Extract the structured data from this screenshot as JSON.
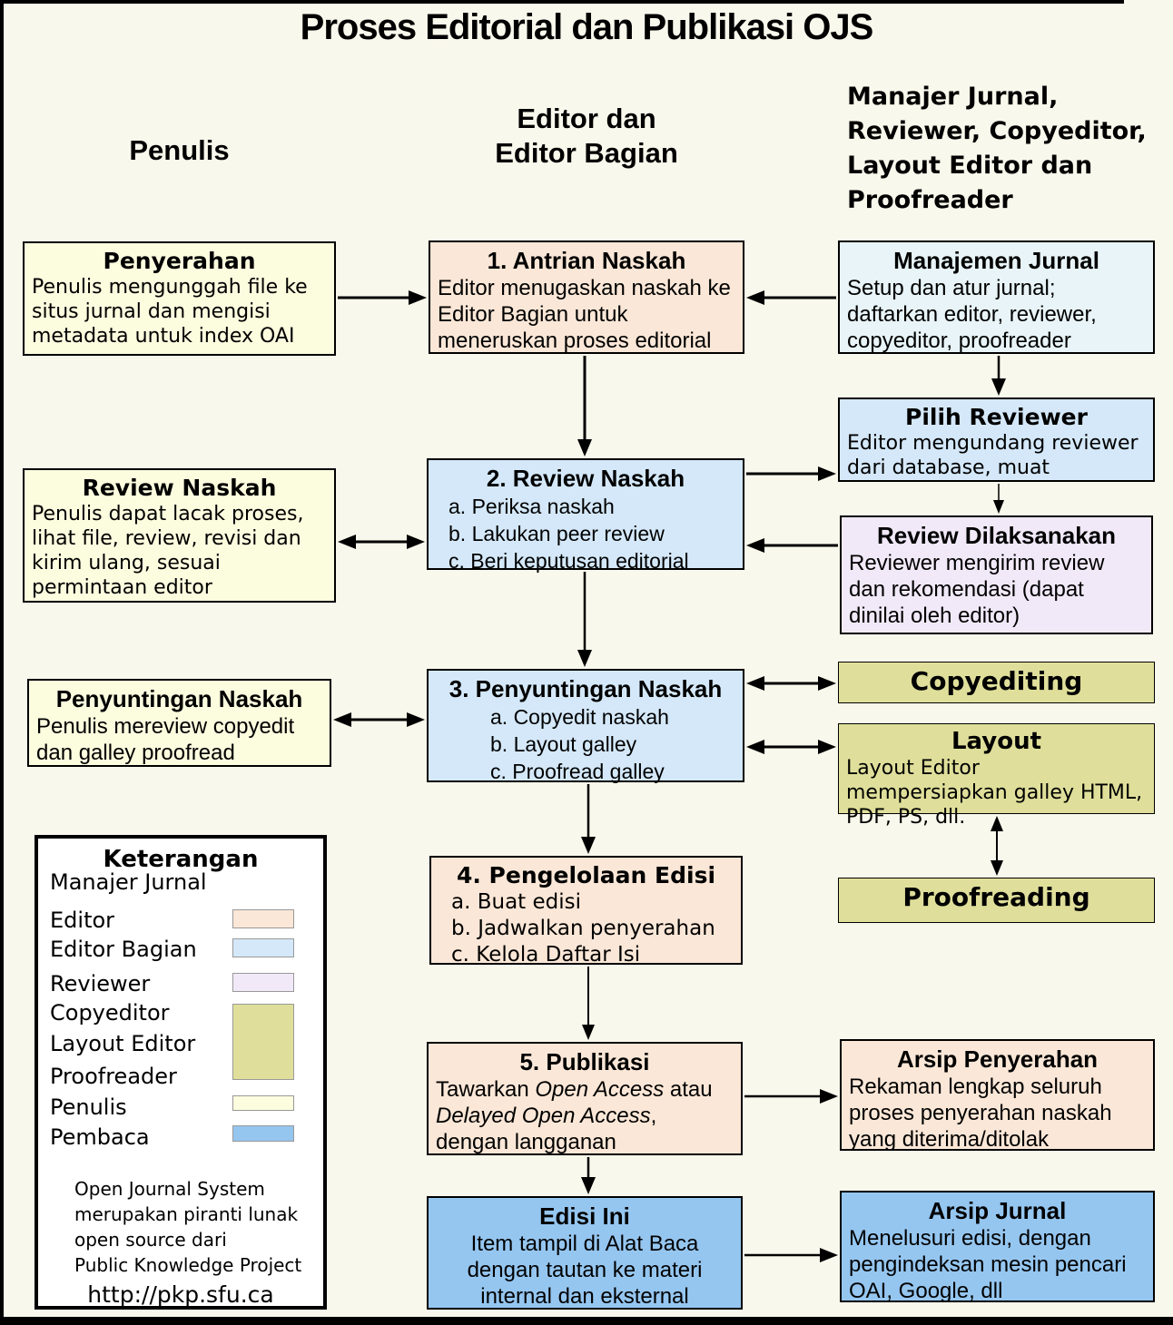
{
  "title": "Proses Editorial dan Publikasi OJS",
  "headers": {
    "penulis": "Penulis",
    "editor": "Editor dan\nEditor Bagian",
    "manajer": "Manajer Jurnal,\nReviewer, Copyeditor,\nLayout Editor dan\nProofreader"
  },
  "boxes": {
    "penyerahan": {
      "title": "Penyerahan",
      "body": "Penulis mengunggah file ke situs jurnal dan mengisi metadata untuk index OAI"
    },
    "antrian_naskah": {
      "title": "1. Antrian Naskah",
      "body": "Editor menugaskan naskah ke Editor Bagian untuk meneruskan proses editorial"
    },
    "manajemen_jurnal": {
      "title": "Manajemen Jurnal",
      "body": "Setup dan atur jurnal; daftarkan editor, reviewer, copyeditor, proofreader"
    },
    "pilih_reviewer": {
      "title": "Pilih Reviewer",
      "body": "Editor mengundang reviewer dari database, muat"
    },
    "review_naskah_editor": {
      "title": "2. Review Naskah",
      "items": [
        "a. Periksa naskah",
        "b. Lakukan peer review",
        "c. Beri keputusan editorial"
      ]
    },
    "review_naskah_penulis": {
      "title": "Review Naskah",
      "body": "Penulis dapat lacak proses, lihat file, review, revisi dan kirim ulang, sesuai permintaan editor"
    },
    "review_dilaksanakan": {
      "title": "Review Dilaksanakan",
      "body": "Reviewer mengirim review dan rekomendasi (dapat dinilai oleh editor)"
    },
    "penyuntingan_naskah_editor": {
      "title": "3. Penyuntingan Naskah",
      "items": [
        "a. Copyedit naskah",
        "b. Layout galley",
        "c. Proofread galley"
      ]
    },
    "penyuntingan_naskah_penulis": {
      "title": "Penyuntingan Naskah",
      "body": "Penulis mereview copyedit dan galley proofread"
    },
    "copyediting": {
      "title": "Copyediting"
    },
    "layout": {
      "title": "Layout",
      "body": "Layout Editor mempersiapkan galley HTML, PDF, PS, dll."
    },
    "proofreading": {
      "title": "Proofreading"
    },
    "pengelolaan_edisi": {
      "title": "4. Pengelolaan Edisi",
      "items": [
        "a. Buat edisi",
        "b. Jadwalkan penyerahan",
        "c. Kelola Daftar Isi"
      ]
    },
    "publikasi": {
      "title": "5. Publikasi",
      "body_parts": {
        "pre": "Tawarkan ",
        "italic1": "Open Access",
        "mid": " atau ",
        "italic2": "Delayed Open Access",
        "post": ", dengan langganan"
      }
    },
    "arsip_penyerahan": {
      "title": "Arsip Penyerahan",
      "body": "Rekaman lengkap seluruh proses penyerahan naskah yang diterima/ditolak"
    },
    "edisi_ini": {
      "title": "Edisi Ini",
      "body": "Item tampil di Alat Baca dengan tautan ke materi internal dan eksternal"
    },
    "arsip_jurnal": {
      "title": "Arsip Jurnal",
      "body": "Menelusuri edisi, dengan pengindeksan mesin pencari OAI, Google, dll"
    }
  },
  "legend": {
    "title": "Keterangan",
    "items": [
      {
        "label": "Manajer Jurnal",
        "swatch": null
      },
      {
        "label": "Editor",
        "swatch": "#FBE7D7"
      },
      {
        "label": "Editor Bagian",
        "swatch": "#D4E8F9"
      },
      {
        "label": "Reviewer",
        "swatch": "#F1E9F8"
      },
      {
        "label": "Copyeditor",
        "swatch": "#DFDF9B"
      },
      {
        "label": "Layout Editor",
        "swatch": "#DFDF9B"
      },
      {
        "label": "Proofreader",
        "swatch": "#DFDF9B"
      },
      {
        "label": "Penulis",
        "swatch": "#FCFCDF"
      },
      {
        "label": "Pembaca",
        "swatch": "#95C6F0"
      }
    ],
    "footer": "Open Journal System\nmerupakan piranti lunak\nopen source dari\nPublic Knowledge Project",
    "url": "http://pkp.sfu.ca"
  },
  "colors": {
    "page_background": "#F9F8EC",
    "editor_peach": "#FBE7D7",
    "editor_bagian_blue": "#D4E8F9",
    "manajer_pale_blue": "#E8F4F7",
    "reviewer_lavender": "#F1E9F8",
    "copyeditor_olive": "#DFDF9B",
    "penulis_cream": "#FCFCDF",
    "pembaca_blue": "#95C6F0",
    "line_black": "#000000",
    "legend_background": "#FFFFFF"
  }
}
